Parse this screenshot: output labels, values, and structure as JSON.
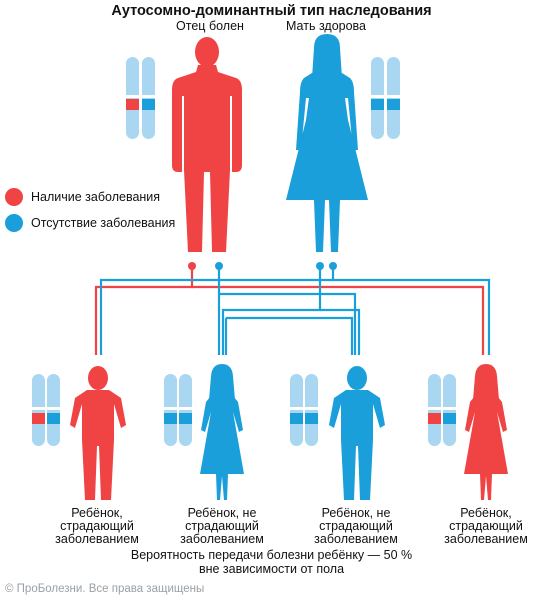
{
  "title": "Аутосомно-доминантный тип наследования",
  "parents": {
    "father_label": "Отец болен",
    "mother_label": "Мать здорова"
  },
  "legend": {
    "affected": "Наличие заболевания",
    "healthy": "Отсутствие заболевания"
  },
  "children": [
    {
      "label": "Ребёнок, страдающий заболеванием"
    },
    {
      "label": "Ребёнок, не страдающий заболеванием"
    },
    {
      "label": "Ребёнок, не страдающий заболеванием"
    },
    {
      "label": "Ребёнок, страдающий заболеванием"
    }
  ],
  "footnote": {
    "line1": "Вероятность передачи болезни ребёнку — 50 %",
    "line2": "вне зависимости от пола"
  },
  "copyright": "© ПроБолезни. Все права защищены",
  "colors": {
    "affected": "#f04444",
    "healthy": "#1a9fdb",
    "chromosome": "#a9d6f0"
  }
}
